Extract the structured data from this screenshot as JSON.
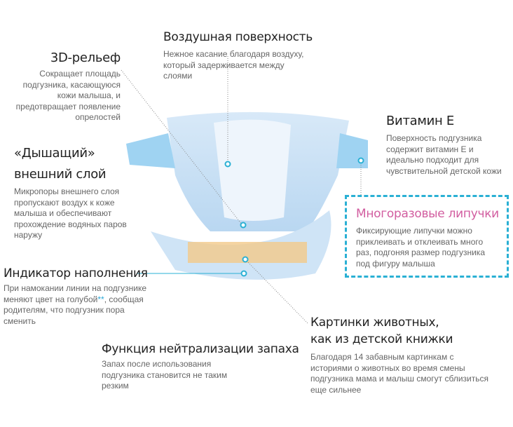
{
  "features": {
    "air_surface": {
      "title": "Воздушная поверхность",
      "lines": [
        "Нежное касание благодаря воздуху,",
        "который задерживается между",
        "слоями"
      ]
    },
    "relief_3d": {
      "title": "3D-рельеф",
      "lines": [
        "Сокращает площадь",
        "подгузника, касающуюся",
        "кожи малыша, и",
        "предотвращает появление",
        "опрелостей"
      ]
    },
    "breathable": {
      "title_line1": "«Дышащий»",
      "title_line2": "внешний слой",
      "lines": [
        "Микропоры внешнего слоя",
        "пропускают воздух к коже",
        "малыша и обеспечивают",
        "прохождение водяных паров",
        "наружу"
      ]
    },
    "vitamin_e": {
      "title": "Витамин Е",
      "lines": [
        "Поверхность подгузника",
        "содержит витамин Е и",
        "идеально подходит для",
        "чувствительной детской кожи"
      ]
    },
    "fasteners": {
      "title": "Многоразовые липучки",
      "lines": [
        "Фиксирующие липучки можно",
        "приклеивать и отклеивать много",
        "раз, подгоняя размер подгузника",
        "под фигуру малыша"
      ]
    },
    "indicator": {
      "title": "Индикатор наполнения",
      "line1": "При намокании линии на подгузнике",
      "line2_pre": "меняют цвет на голубой",
      "line2_mark": "**",
      "line2_post": ", сообщая",
      "line3": "родителям, что подгузник пора",
      "line4": "сменить"
    },
    "odor": {
      "title": "Функция нейтрализации запаха",
      "lines": [
        "Запах после использования",
        "подгузника становится не таким",
        "резким"
      ]
    },
    "pictures": {
      "title_line1": "Картинки животных,",
      "title_line2": "как из детской книжки",
      "lines": [
        "Благодаря 14 забавным картинкам с",
        "историями о животных во время смены",
        "подгузника мама и малыш смогут сблизиться",
        "еще сильнее"
      ]
    }
  },
  "colors": {
    "accent": "#2ab0d4",
    "pink": "#d25ea0"
  }
}
